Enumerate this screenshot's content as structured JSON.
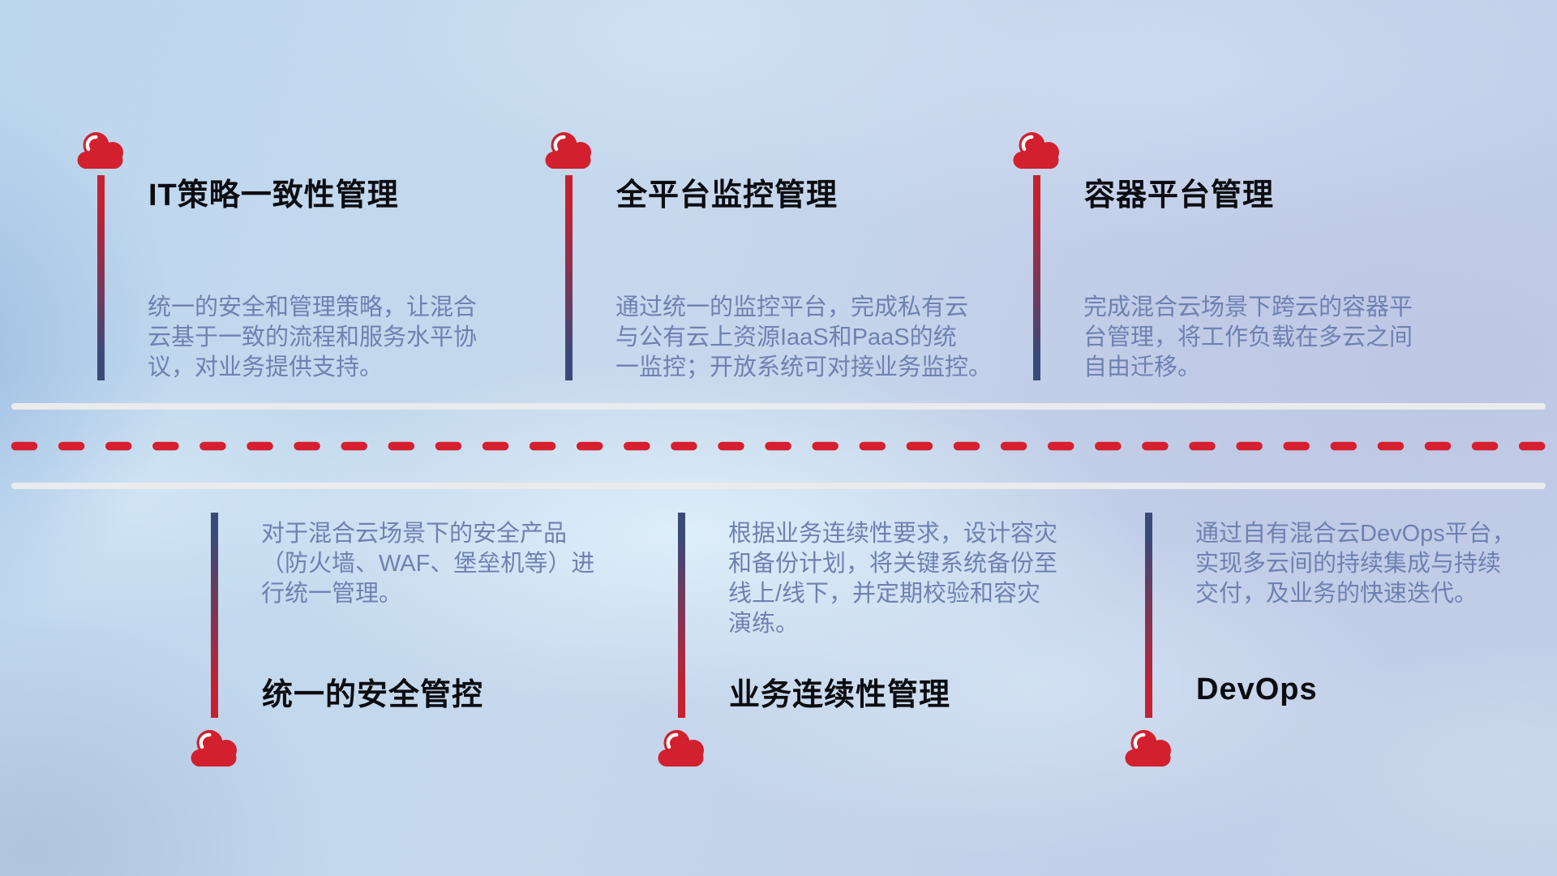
{
  "theme": {
    "red": "#d61f2f",
    "cloud_red": "#d2202e",
    "red_line_end": "#c52130",
    "navy_line_end": "#3a4a78",
    "title_color": "#0c0d11",
    "desc_color": "#6f81b1",
    "rule_color": "#eaebec",
    "background_base": "#c3d7ec"
  },
  "divider": {
    "style": "two solid light rules with red dashed center line"
  },
  "items": [
    {
      "icon": "cloud-icon",
      "title": "IT策略一致性管理",
      "desc_lines": [
        "统一的安全和管理策略，让混合",
        "云基于一致的流程和服务水平协",
        "议，对业务提供支持。"
      ]
    },
    {
      "icon": "cloud-icon",
      "title": "全平台监控管理",
      "desc_lines": [
        "通过统一的监控平台，完成私有云",
        "与公有云上资源IaaS和PaaS的统",
        "一监控；开放系统可对接业务监控。"
      ]
    },
    {
      "icon": "cloud-icon",
      "title": "容器平台管理",
      "desc_lines": [
        "完成混合云场景下跨云的容器平",
        "台管理，将工作负载在多云之间",
        "自由迁移。"
      ]
    },
    {
      "icon": "cloud-icon",
      "title": "统一的安全管控",
      "desc_lines": [
        "对于混合云场景下的安全产品",
        "（防火墙、WAF、堡垒机等）进",
        "行统一管理。"
      ]
    },
    {
      "icon": "cloud-icon",
      "title": "业务连续性管理",
      "desc_lines": [
        "根据业务连续性要求，设计容灾",
        "和备份计划，将关键系统备份至",
        "线上/线下，并定期校验和容灾",
        "演练。"
      ]
    },
    {
      "icon": "cloud-icon",
      "title": "DevOps",
      "desc_lines": [
        "通过自有混合云DevOps平台，",
        "实现多云间的持续集成与持续",
        "交付，及业务的快速迭代。"
      ]
    }
  ]
}
